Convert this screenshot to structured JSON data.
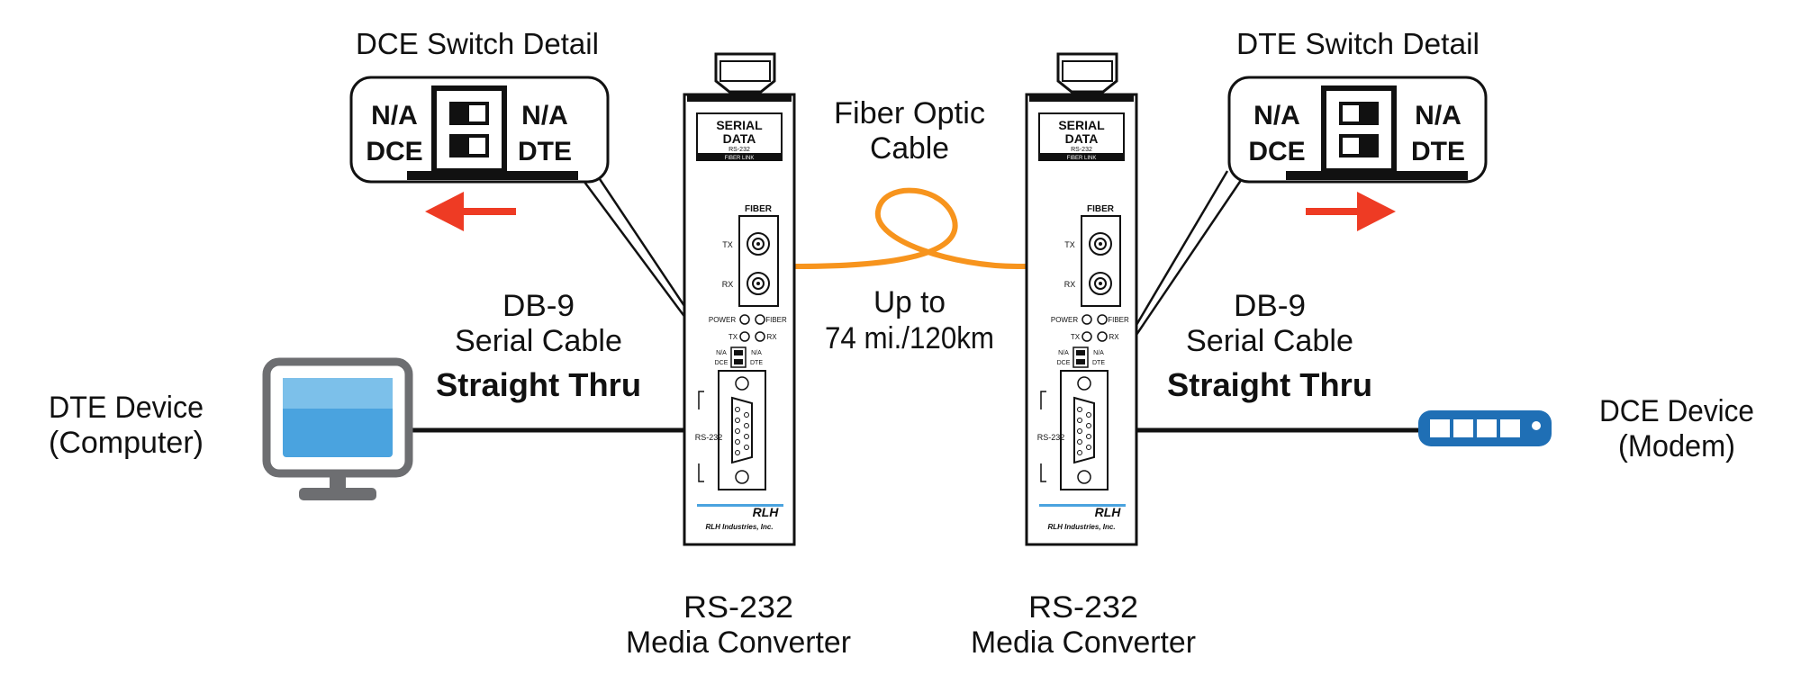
{
  "left_switch": {
    "title": "DCE Switch Detail",
    "left_top": "N/A",
    "left_bottom": "DCE",
    "right_top": "N/A",
    "right_bottom": "DTE"
  },
  "right_switch": {
    "title": "DTE Switch Detail",
    "left_top": "N/A",
    "left_bottom": "DCE",
    "right_top": "N/A",
    "right_bottom": "DTE"
  },
  "fiber": {
    "line1": "Fiber Optic",
    "line2": "Cable",
    "range1": "Up to",
    "range2": "74 mi./120km",
    "color": "#f7941d"
  },
  "left_cable": {
    "line1": "DB-9",
    "line2": "Serial Cable",
    "line3": "Straight Thru"
  },
  "right_cable": {
    "line1": "DB-9",
    "line2": "Serial Cable",
    "line3": "Straight Thru"
  },
  "dte_device": {
    "line1": "DTE Device",
    "line2": "(Computer)"
  },
  "dce_device": {
    "line1": "DCE Device",
    "line2": "(Modem)"
  },
  "converter": {
    "brand1": "SERIAL",
    "brand2": "DATA",
    "brand3": "RS-232",
    "brand4": "FIBER LINK",
    "fiber_label": "FIBER",
    "tx": "TX",
    "rx": "RX",
    "power": "POWER",
    "fiber_led": "FIBER",
    "sw_na_left": "N/A",
    "sw_dce": "DCE",
    "sw_na_right": "N/A",
    "sw_dte": "DTE",
    "port": "RS-232",
    "logo": "RLH",
    "company": "RLH Industries, Inc."
  },
  "caption_left": {
    "line1": "RS-232",
    "line2": "Media Converter"
  },
  "caption_right": {
    "line1": "RS-232",
    "line2": "Media Converter"
  },
  "colors": {
    "arrow": "#ee3b24",
    "monitor": "#4aa3df",
    "modem": "#1f6fb5"
  }
}
